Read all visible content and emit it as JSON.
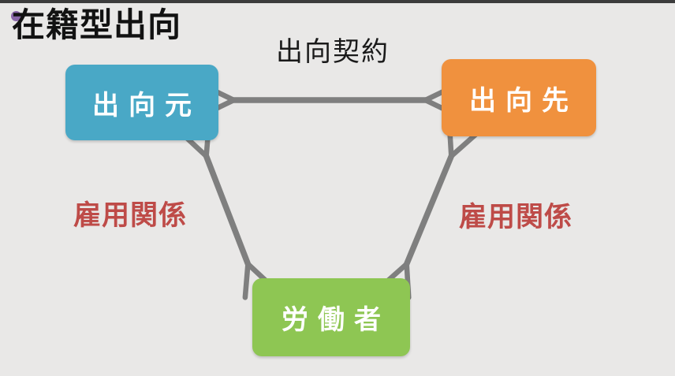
{
  "page": {
    "background_color": "#e9e8e7",
    "top_bar_color": "#3c3c3c"
  },
  "title": {
    "text": "在籍型出向",
    "bullet_color": "#8966a8"
  },
  "diagram": {
    "type": "relationship-triangle",
    "arrow_color": "#7f7f7f",
    "nodes": [
      {
        "id": "origin",
        "label": "出向元",
        "color": "#49a8c6",
        "text_color": "#ffffff"
      },
      {
        "id": "destination",
        "label": "出向先",
        "color": "#f0913e",
        "text_color": "#ffffff"
      },
      {
        "id": "worker",
        "label": "労働者",
        "color": "#8ec653",
        "text_color": "#ffffff"
      }
    ],
    "edges": [
      {
        "label": "出向契約",
        "from": "origin",
        "to": "destination",
        "style": "double-arrow",
        "label_color": "#1a1a1a"
      },
      {
        "label": "雇用関係",
        "from": "origin",
        "to": "worker",
        "style": "double-arrow",
        "label_color": "#be4b48"
      },
      {
        "label": "雇用関係",
        "from": "destination",
        "to": "worker",
        "style": "double-arrow",
        "label_color": "#be4b48"
      }
    ]
  }
}
